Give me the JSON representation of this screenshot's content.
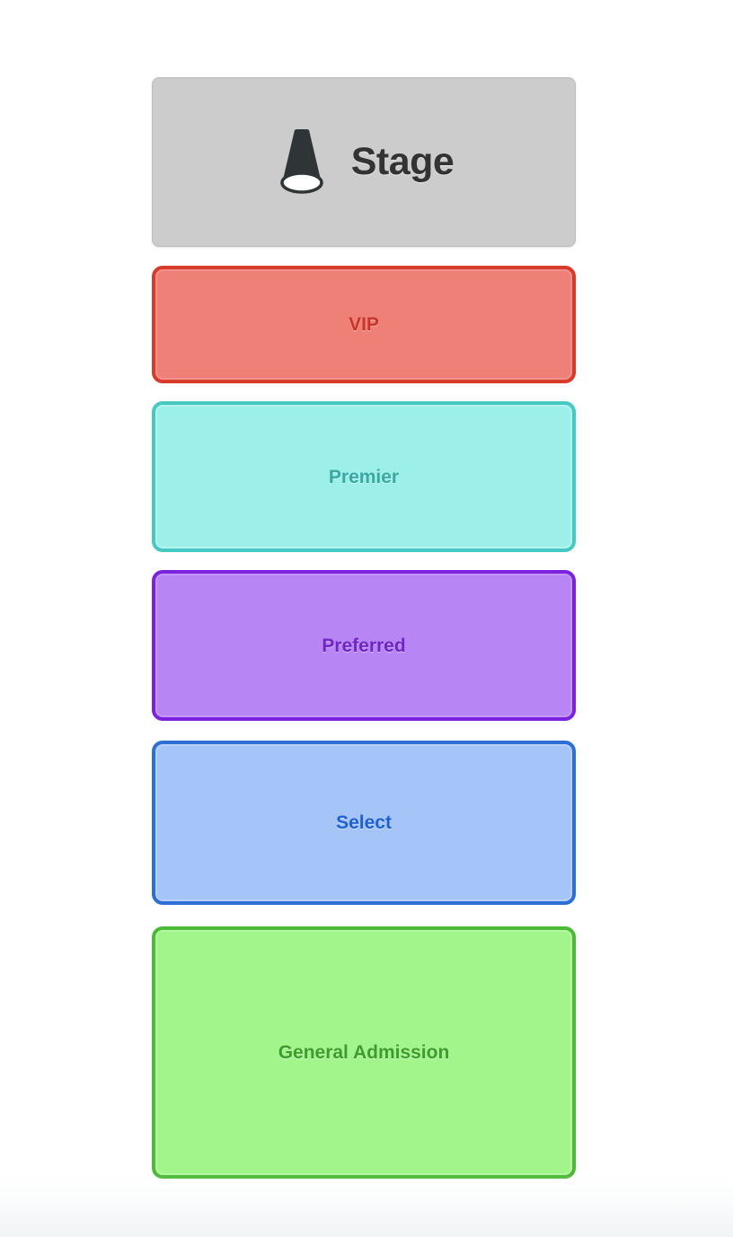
{
  "venue_map": {
    "stage": {
      "label": "Stage",
      "icon": "spotlight-icon",
      "fill_color": "#cccccc",
      "border_color": "#bdbdbd",
      "text_color": "#333333"
    },
    "sections": [
      {
        "id": "vip",
        "label": "VIP",
        "fill_color": "#ef8077",
        "border_color": "#d93b2b",
        "text_color": "#c9342a"
      },
      {
        "id": "premier",
        "label": "Premier",
        "fill_color": "#9defe9",
        "border_color": "#45c9c2",
        "text_color": "#3aa8a2"
      },
      {
        "id": "preferred",
        "label": "Preferred",
        "fill_color": "#b885f5",
        "border_color": "#7b22e0",
        "text_color": "#6e25c4"
      },
      {
        "id": "select",
        "label": "Select",
        "fill_color": "#a5c4f7",
        "border_color": "#2e6fd6",
        "text_color": "#1f5fd0"
      },
      {
        "id": "general-admission",
        "label": "General Admission",
        "fill_color": "#a2f58b",
        "border_color": "#4cb937",
        "text_color": "#3d9c2d"
      }
    ]
  }
}
